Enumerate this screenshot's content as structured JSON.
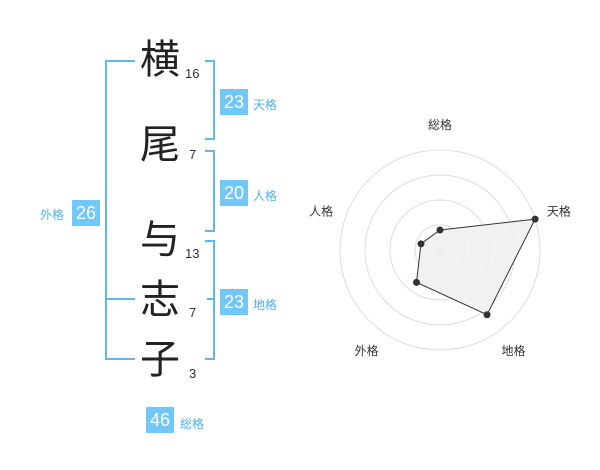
{
  "name_chars": [
    {
      "char": "横",
      "strokes": "16"
    },
    {
      "char": "尾",
      "strokes": "7"
    },
    {
      "char": "与",
      "strokes": "13"
    },
    {
      "char": "志",
      "strokes": "7"
    },
    {
      "char": "子",
      "strokes": "3"
    }
  ],
  "kaku": {
    "tenkaku": {
      "value": "23",
      "label": "天格"
    },
    "jinkaku": {
      "value": "20",
      "label": "人格"
    },
    "chikaku": {
      "value": "23",
      "label": "地格"
    },
    "gaikaku": {
      "value": "26",
      "label": "外格"
    },
    "soukaku": {
      "value": "46",
      "label": "総格"
    }
  },
  "chart_data": {
    "type": "radar",
    "axes": [
      "総格",
      "天格",
      "地格",
      "外格",
      "人格"
    ],
    "values": [
      1,
      5,
      4,
      2,
      1
    ],
    "rmax": 5,
    "rings": 4,
    "colors": {
      "fill": "#f0f0f0",
      "line": "#333333",
      "grid": "#dddddd",
      "point": "#333333"
    }
  },
  "colors": {
    "accent": "#71c7f6",
    "bracket": "#5fb8ef",
    "label": "#4fb0ee"
  }
}
